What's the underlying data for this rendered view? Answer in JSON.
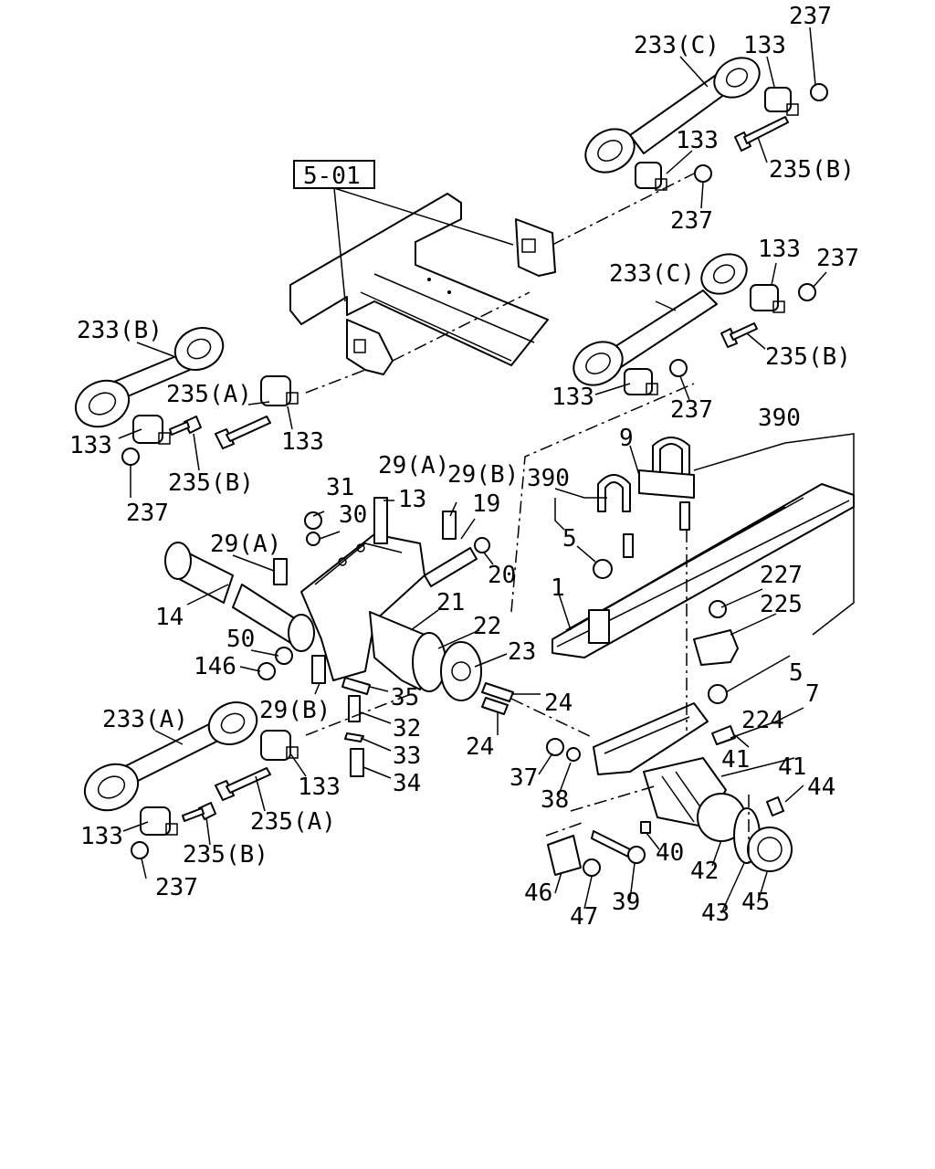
{
  "reference_box": "5-01",
  "labels": {
    "l237_a": "237",
    "l233c_a": "233(C)",
    "l133_a": "133",
    "l133_b": "133",
    "l235b_a": "235(B)",
    "l237_b": "237",
    "l233c_b": "233(C)",
    "l133_c": "133",
    "l237_c": "237",
    "l235b_b": "235(B)",
    "l133_d": "133",
    "l237_d": "237",
    "l233b": "233(B)",
    "l235a_a": "235(A)",
    "l133_e": "133",
    "l133_f": "133",
    "l235b_c": "235(B)",
    "l237_e": "237",
    "l390_a": "390",
    "l9": "9",
    "l390_b": "390",
    "l5_a": "5",
    "l1": "1",
    "l227": "227",
    "l225": "225",
    "l5_b": "5",
    "l7": "7",
    "l224": "224",
    "l41_a": "41",
    "l41_b": "41",
    "l44": "44",
    "l31": "31",
    "l29a_a": "29(A)",
    "l29b_a": "29(B)",
    "l30": "30",
    "l13": "13",
    "l19": "19",
    "l20": "20",
    "l29a_b": "29(A)",
    "l14": "14",
    "l21": "21",
    "l22": "22",
    "l23": "23",
    "l50": "50",
    "l146": "146",
    "l29b_b": "29(B)",
    "l35": "35",
    "l24_a": "24",
    "l32": "32",
    "l24_b": "24",
    "l33": "33",
    "l34": "34",
    "l37": "37",
    "l38": "38",
    "l233a": "233(A)",
    "l133_g": "133",
    "l235a_b": "235(A)",
    "l133_h": "133",
    "l235b_d": "235(B)",
    "l237_f": "237",
    "l40": "40",
    "l42": "42",
    "l46": "46",
    "l47": "47",
    "l39": "39",
    "l43": "43",
    "l45": "45"
  }
}
